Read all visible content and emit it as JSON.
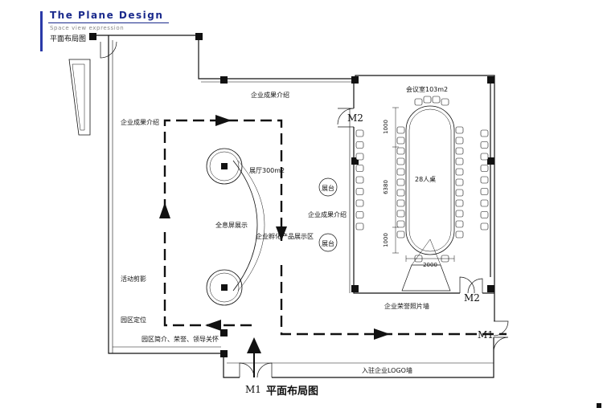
{
  "header": {
    "title": "The Plane Design",
    "subtitle": "Space view expression",
    "label": "平面布局图"
  },
  "plan": {
    "title": "平面布局图",
    "rooms": {
      "exhibition_hall": "展厅300m2",
      "meeting_room": "会议室103m2"
    },
    "zones": {
      "achievements_top": "企业成果介绍",
      "achievements_left": "企业成果介绍",
      "achievements_mid": "企业成果介绍",
      "incubation": "企业孵化产品展示区",
      "hologram": "全息屏展示",
      "activities": "活动剪影",
      "park_position": "园区定位",
      "park_intro": "园区简介、荣誉、领导关怀",
      "honor_wall": "企业荣誉照片墙",
      "logo_wall": "入驻企业LOGO墙"
    },
    "furniture": {
      "booth_1": "展台",
      "booth_2": "展台",
      "table": "28人桌"
    },
    "doors": {
      "m1_entry": "M1",
      "m1_side": "M1",
      "m2_top": "M2",
      "m2_bottom": "M2"
    },
    "dimensions": {
      "d1": "1000",
      "d2": "6380",
      "d3": "1000",
      "d4": "2000"
    }
  }
}
